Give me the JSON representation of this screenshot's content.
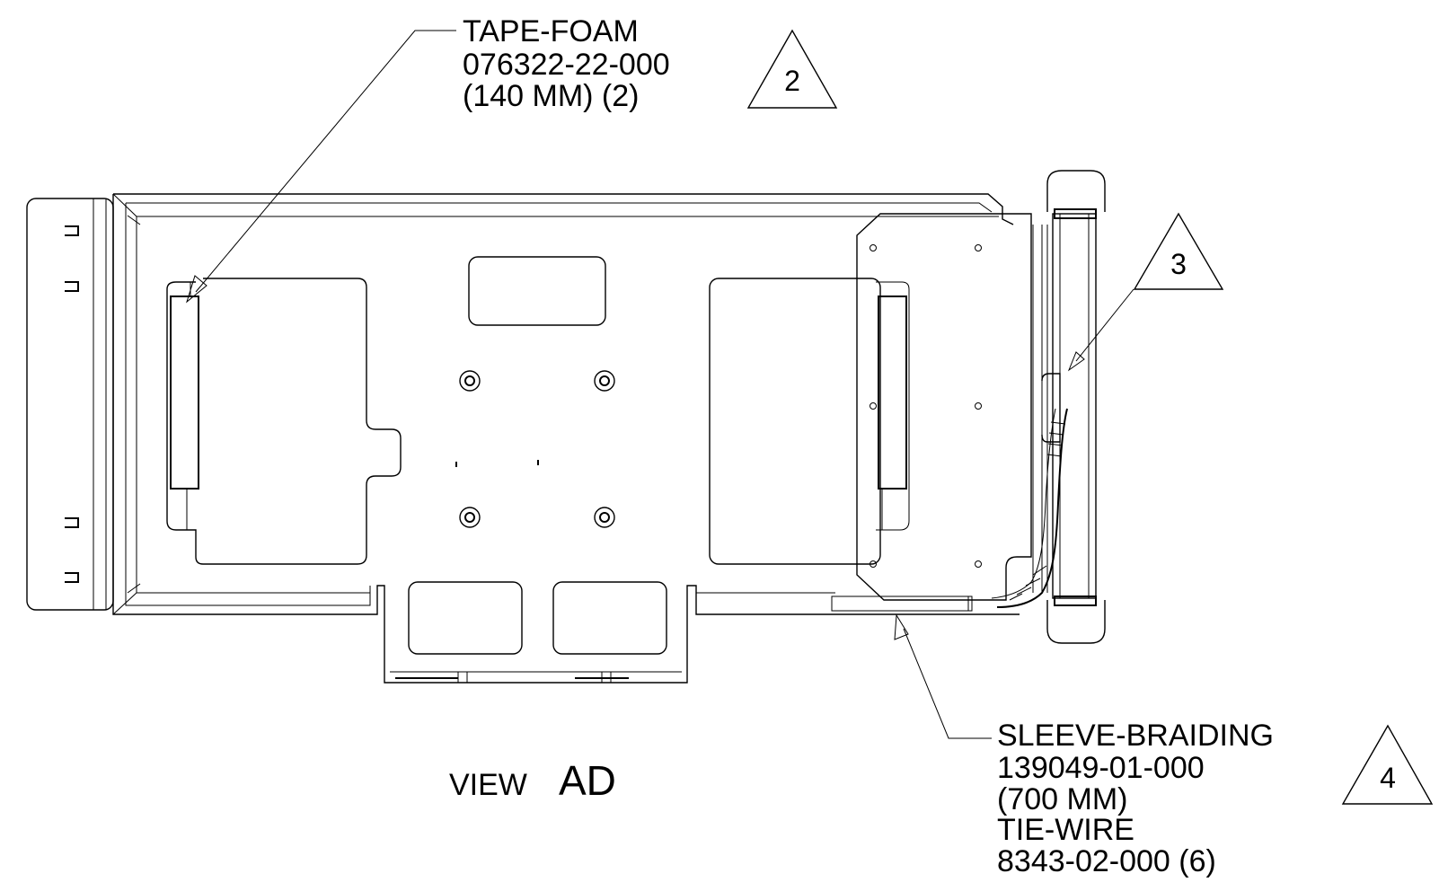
{
  "callouts": {
    "tape_foam": {
      "line1": "TAPE-FOAM",
      "line2": "076322-22-000",
      "line3": "(140 MM) (2)",
      "note": "2"
    },
    "braid_note": "3",
    "sleeve": {
      "line1": "SLEEVE-BRAIDING",
      "line2": "139049-01-000",
      "line3": "(700 MM)",
      "line4": "TIE-WIRE",
      "line5": "8343-02-000 (6)",
      "note": "4"
    }
  },
  "view": {
    "prefix": "VIEW",
    "name": "AD"
  }
}
